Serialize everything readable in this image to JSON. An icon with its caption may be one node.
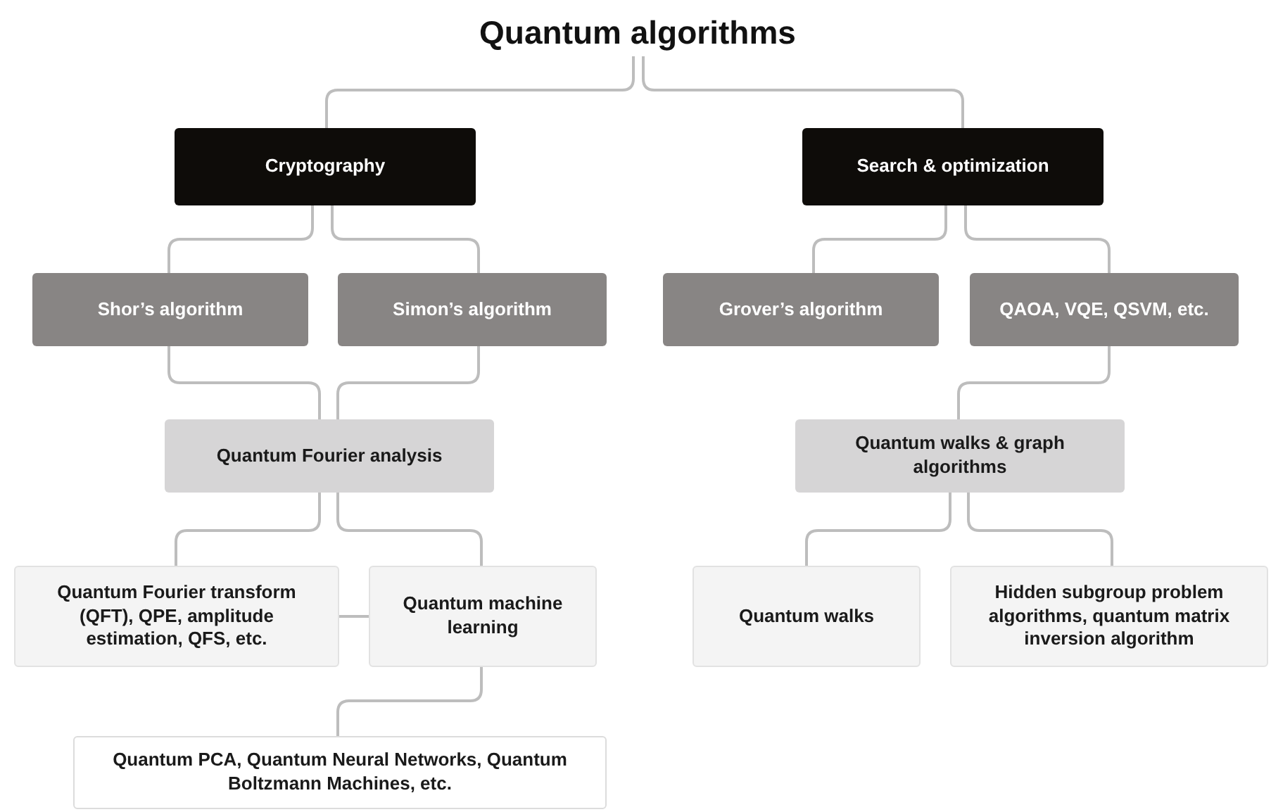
{
  "diagram": {
    "nodes": [
      {
        "text": [
          "Quantum algorithms"
        ]
      },
      {
        "text": [
          "Cryptography"
        ]
      },
      {
        "text": [
          "Search & optimization"
        ]
      },
      {
        "text": [
          "Shor’s algorithm"
        ]
      },
      {
        "text": [
          "Simon’s algorithm"
        ]
      },
      {
        "text": [
          "Grover’s algorithm"
        ]
      },
      {
        "text": [
          "QAOA, VQE, QSVM, etc."
        ]
      },
      {
        "text": [
          "Quantum Fourier analysis"
        ]
      },
      {
        "text": [
          "Quantum walks & graph algorithms"
        ]
      },
      {
        "text": [
          "Quantum Fourier transform (QFT), QPE, amplitude estimation, QFS, etc."
        ]
      },
      {
        "text": [
          "Quantum machine learning"
        ]
      },
      {
        "text": [
          "Quantum PCA, Quantum Neural Networks, Quantum Boltzmann Machines, etc."
        ]
      },
      {
        "text": [
          "Quantum walks"
        ]
      },
      {
        "text": [
          "Hidden subgroup problem algorithms, quantum matrix inversion algorithm"
        ]
      }
    ],
    "edges": [
      {
        "from": 0,
        "to": 1,
        "arrow": "none"
      },
      {
        "from": 0,
        "to": 2,
        "arrow": "none"
      },
      {
        "from": 1,
        "to": 3,
        "arrow": "none"
      },
      {
        "from": 1,
        "to": 4,
        "arrow": "none"
      },
      {
        "from": 2,
        "to": 5,
        "arrow": "none"
      },
      {
        "from": 2,
        "to": 6,
        "arrow": "none"
      },
      {
        "from": 3,
        "to": 7,
        "arrow": "none"
      },
      {
        "from": 4,
        "to": 7,
        "arrow": "none"
      },
      {
        "from": 6,
        "to": 8,
        "arrow": "none"
      },
      {
        "from": 7,
        "to": 9,
        "arrow": "none"
      },
      {
        "from": 7,
        "to": 10,
        "arrow": "none"
      },
      {
        "from": 9,
        "to": 10,
        "arrow": "none"
      },
      {
        "from": 10,
        "to": 11,
        "arrow": "none"
      },
      {
        "from": 8,
        "to": 12,
        "arrow": "none"
      },
      {
        "from": 8,
        "to": 13,
        "arrow": "none"
      }
    ]
  }
}
